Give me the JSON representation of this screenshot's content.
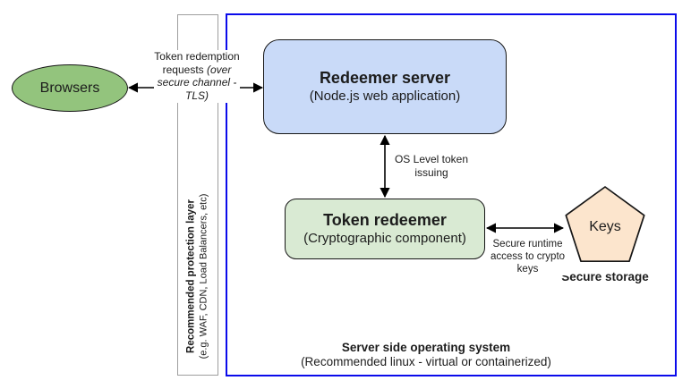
{
  "colors": {
    "outer_border": "#0b0beb",
    "protection_border": "#9e9e9e",
    "browsers_fill": "#93c47d",
    "redeemer_fill": "#c9daf8",
    "token_redeemer_fill": "#d9ead3",
    "keys_fill": "#fce5cd",
    "shape_stroke": "#161616",
    "text": "#1c1c1c"
  },
  "nodes": {
    "browsers": {
      "label": "Browsers"
    },
    "protection_layer": {
      "title": "Recommended protection layer",
      "subtitle": "(e.g. WAF, CDN, Load Balancers, etc)"
    },
    "redeemer_server": {
      "title": "Redeemer server",
      "subtitle": "(Node.js web application)"
    },
    "token_redeemer": {
      "title": "Token redeemer",
      "subtitle": "(Cryptographic component)"
    },
    "keys": {
      "label": "Keys",
      "caption": "Secure storage"
    },
    "os_container": {
      "title": "Server side operating system",
      "subtitle": "(Recommended linux - virtual or containerized)"
    }
  },
  "edges": {
    "token_redemption": {
      "text": "Token redemption requests ",
      "italic": "(over secure channel - TLS)"
    },
    "os_token": {
      "text": "OS Level token issuing"
    },
    "crypto_access": {
      "text": "Secure runtime access to crypto keys"
    }
  }
}
